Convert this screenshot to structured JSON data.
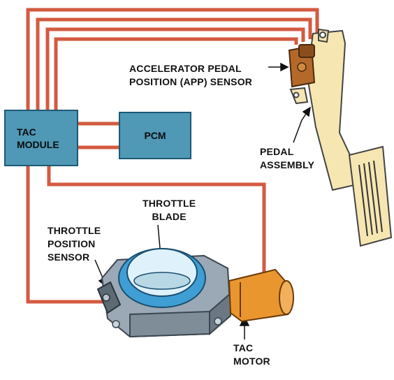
{
  "colors": {
    "wire": "#d35a40",
    "module_fill": "#4f98b6",
    "module_border": "#1d5a76",
    "pedal": "#f6e6b2",
    "throttle_body": "#9aa9b5",
    "throttle_bore": "#3f9ed4",
    "motor": "#e9962f"
  },
  "icons": [
    "accelerator-pedal-icon",
    "app-sensor-icon",
    "throttle-body-icon",
    "throttle-position-sensor-icon",
    "tac-motor-icon"
  ],
  "modules": {
    "tac": "TAC\nMODULE",
    "pcm": "PCM"
  },
  "labels": {
    "app_sensor": "ACCELERATOR PEDAL\nPOSITION (APP) SENSOR",
    "pedal_assembly": "PEDAL\nASSEMBLY",
    "throttle_blade": "THROTTLE\nBLADE",
    "throttle_position_sensor": "THROTTLE\nPOSITION\nSENSOR",
    "tac_motor": "TAC\nMOTOR"
  }
}
